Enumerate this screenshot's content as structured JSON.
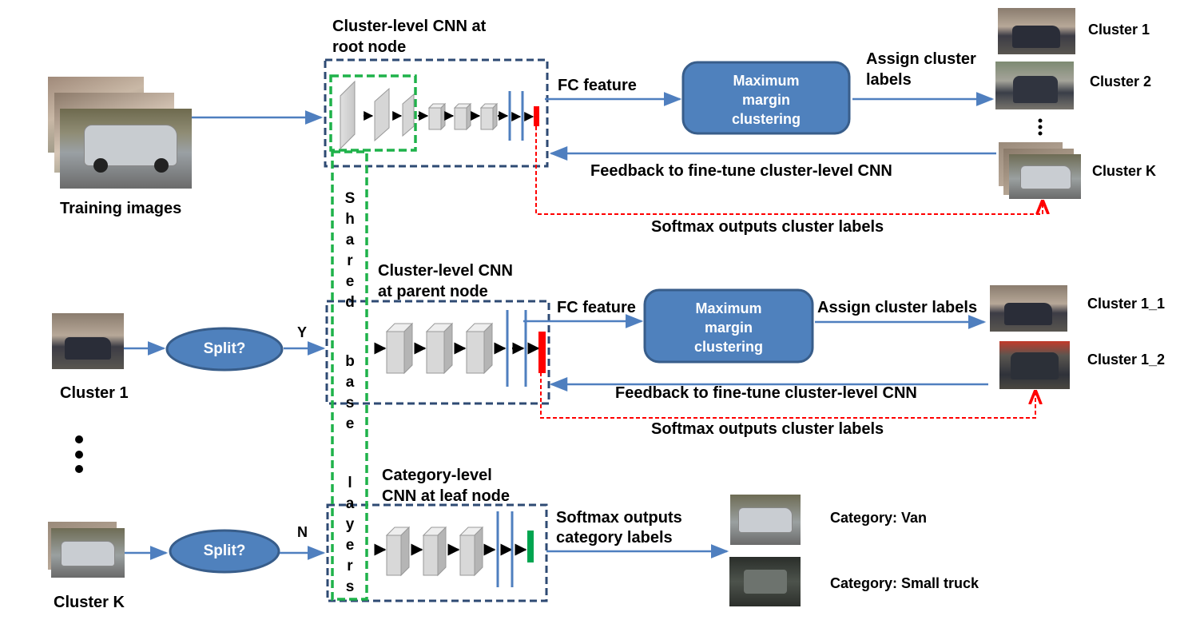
{
  "training_images_label": "Training images",
  "root": {
    "title_line1": "Cluster-level CNN at",
    "title_line2": "root node",
    "fc_feature": "FC feature",
    "mmc": [
      "Maximum",
      "margin",
      "clustering"
    ],
    "assign_line1": "Assign cluster",
    "assign_line2": "labels",
    "feedback": "Feedback to fine-tune cluster-level CNN",
    "softmax": "Softmax outputs cluster labels",
    "clusters": [
      "Cluster 1",
      "Cluster 2",
      "Cluster K"
    ]
  },
  "shared_label": "Sharedbaselayers",
  "parent": {
    "title_line1": "Cluster-level CNN",
    "title_line2": "at parent node",
    "fc_feature": "FC feature",
    "mmc": [
      "Maximum",
      "margin",
      "clustering"
    ],
    "assign": "Assign cluster labels",
    "feedback": "Feedback to fine-tune cluster-level CNN",
    "softmax": "Softmax outputs cluster labels",
    "clusters": [
      "Cluster 1_1",
      "Cluster 1_2"
    ],
    "input_label": "Cluster 1",
    "split": "Split?",
    "decision": "Y"
  },
  "leaf": {
    "title_line1": "Category-level",
    "title_line2": "CNN at leaf node",
    "softmax_line1": "Softmax outputs",
    "softmax_line2": "category labels",
    "input_label": "Cluster K",
    "split": "Split?",
    "decision": "N",
    "categories": [
      "Category: Van",
      "Category:  Small truck"
    ]
  },
  "colors": {
    "dashed_blue": "#2e4a73",
    "dashed_green": "#1fb24a",
    "arrow_blue": "#4f7fbf",
    "box_fill": "#4f81bd",
    "box_stroke": "#385d8a",
    "red": "#ff0000",
    "green_bar": "#00a550"
  }
}
